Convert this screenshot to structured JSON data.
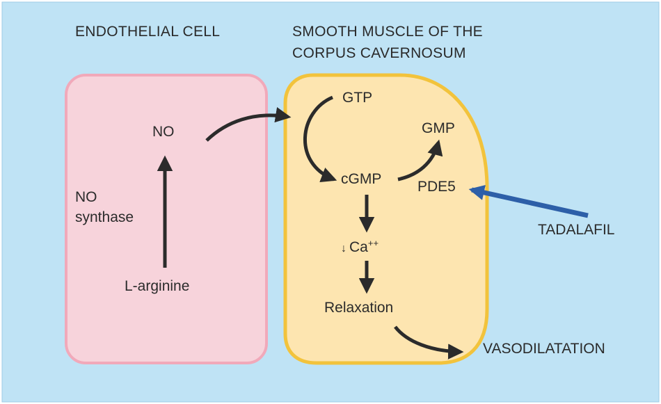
{
  "diagram": {
    "headers": {
      "endothelial": "ENDOTHELIAL CELL",
      "smooth_muscle_line1": "SMOOTH MUSCLE OF THE",
      "smooth_muscle_line2": "CORPUS CAVERNOSUM"
    },
    "endothelial": {
      "no": "NO",
      "enzyme_line1": "NO",
      "enzyme_line2": "synthase",
      "substrate": "L-arginine"
    },
    "smooth_muscle": {
      "gtp": "GTP",
      "gmp": "GMP",
      "cgmp": "cGMP",
      "pde5": "PDE5",
      "calcium_arrow": "↓",
      "calcium": "Ca",
      "calcium_charge": "++",
      "relaxation": "Relaxation"
    },
    "outside": {
      "drug": "TADALAFIL",
      "outcome": "VASODILATATION"
    },
    "colors": {
      "background": "#bfe3f5",
      "endothelial_fill": "#f7d3db",
      "endothelial_border": "#f1a9ba",
      "muscle_fill": "#fde5b0",
      "muscle_border": "#f2c33c",
      "arrow": "#2b2b2b",
      "inhibitor_arrow": "#2d5fa8"
    }
  }
}
